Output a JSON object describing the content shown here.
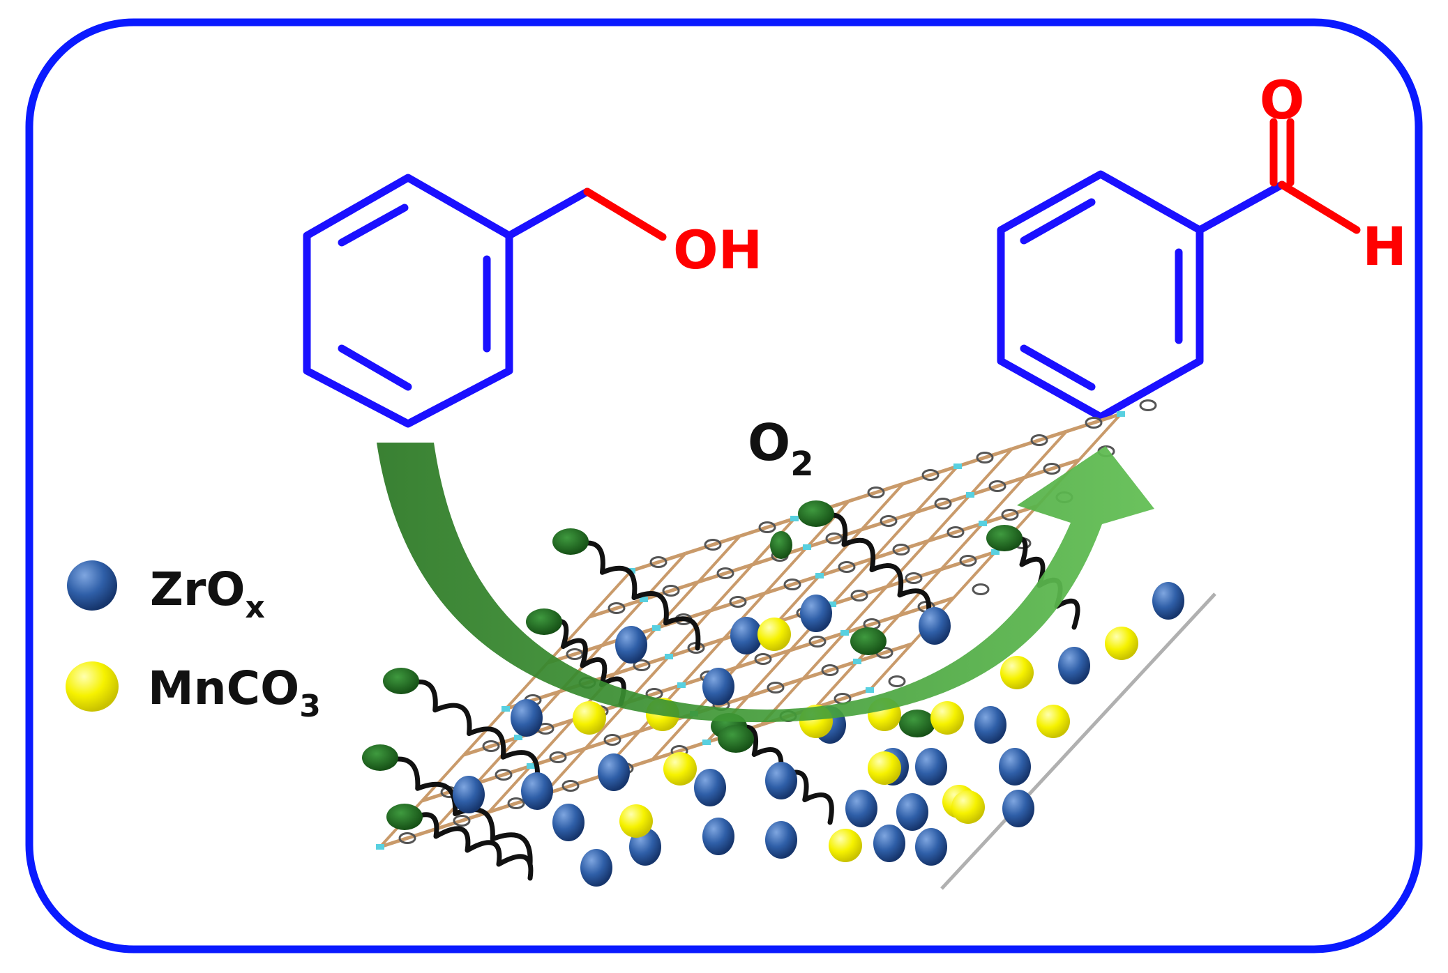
{
  "reactant": {
    "group_label": "OH"
  },
  "product": {
    "carbonyl_o_label": "O",
    "aldehyde_h_label": "H"
  },
  "reagent": {
    "main": "O",
    "subscript": "2"
  },
  "legend": {
    "zrox": {
      "main": "ZrO",
      "subscript": "x",
      "color": "#2f5597"
    },
    "mnco3": {
      "main": "MnCO",
      "subscript": "3",
      "color": "#f2f200"
    }
  },
  "colors": {
    "frame": "#0a1aff",
    "bond": "#1a10ff",
    "heteroatom": "#ff0000",
    "arrow": "#3a8a32",
    "polymer_end": "#1e6b1e",
    "sheet_line": "#c99a6a"
  }
}
